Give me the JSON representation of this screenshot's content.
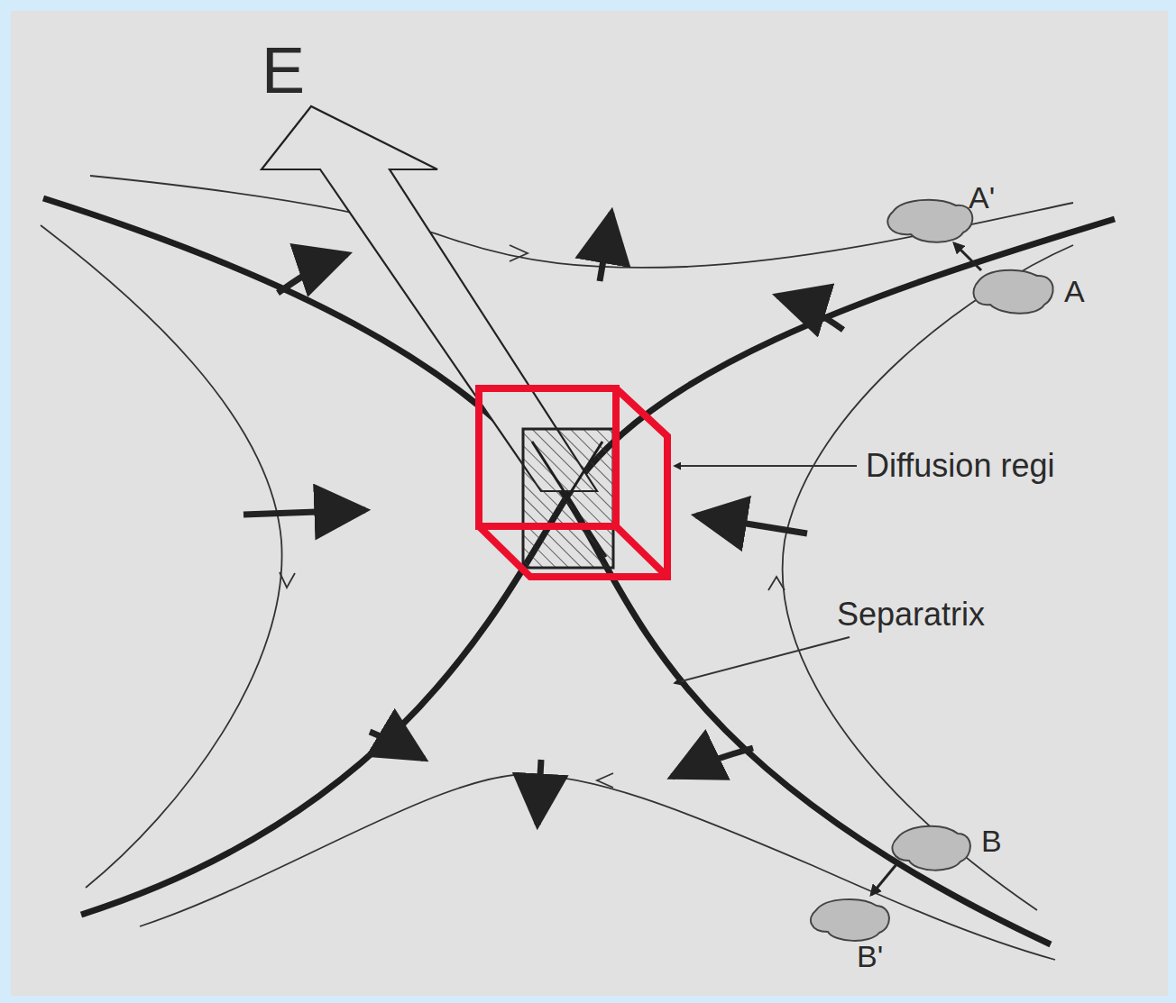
{
  "diagram": {
    "labels": [
      "E",
      "A'",
      "A",
      "Diffusion regi",
      "Separatrix",
      "B",
      "B'"
    ]
  }
}
